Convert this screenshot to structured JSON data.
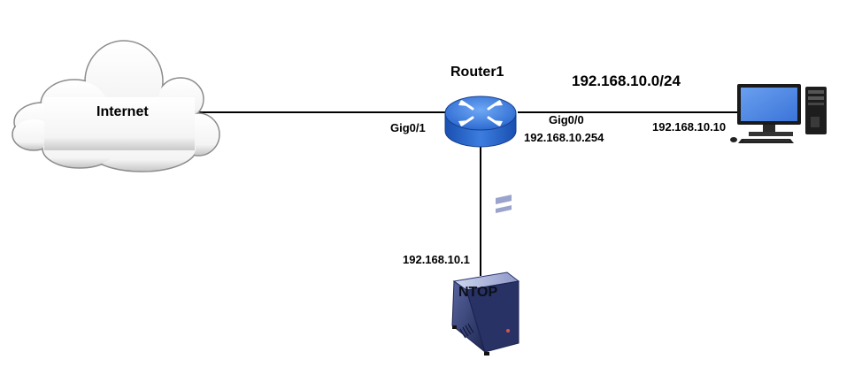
{
  "nodes": {
    "internet": {
      "label": "Internet"
    },
    "router": {
      "label": "Router1"
    },
    "pc": {
      "ip": "192.168.10.10"
    },
    "server": {
      "label": "NTOP",
      "ip": "192.168.10.1"
    }
  },
  "links": {
    "router_wan_iface": "Gig0/1",
    "router_lan_iface": "Gig0/0",
    "router_lan_ip": "192.168.10.254",
    "lan_subnet": "192.168.10.0/24"
  },
  "colors": {
    "router_top": "#3a7bd5",
    "router_side": "#1f56b8",
    "cloud_fill": "#ffffff",
    "monitor_screen": "#4a86e8",
    "server_body": "#2c3a66"
  }
}
